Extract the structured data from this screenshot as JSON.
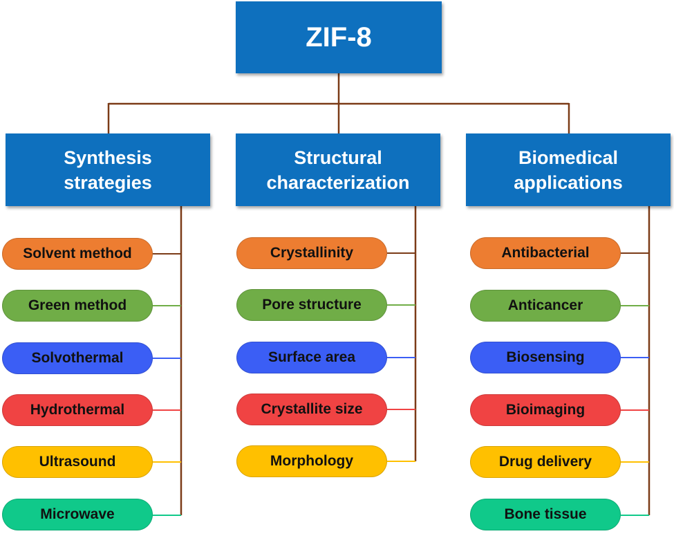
{
  "root": {
    "label": "ZIF-8"
  },
  "columns": [
    {
      "title_line1": "Synthesis",
      "title_line2": "strategies",
      "items": [
        "Solvent method",
        "Green method",
        "Solvothermal",
        "Hydrothermal",
        "Ultrasound",
        "Microwave"
      ]
    },
    {
      "title_line1": "Structural",
      "title_line2": "characterization",
      "items": [
        "Crystallinity",
        "Pore structure",
        "Surface area",
        "Crystallite size",
        "Morphology"
      ]
    },
    {
      "title_line1": "Biomedical",
      "title_line2": "applications",
      "items": [
        "Antibacterial",
        "Anticancer",
        "Biosensing",
        "Bioimaging",
        "Drug delivery",
        "Bone tissue"
      ]
    }
  ],
  "colors": {
    "box": "#0e70be",
    "trunk": "#7b3b17",
    "items": [
      "#ed7d31",
      "#70ad47",
      "#3b5ef5",
      "#f04343",
      "#ffc000",
      "#10c98a"
    ]
  }
}
